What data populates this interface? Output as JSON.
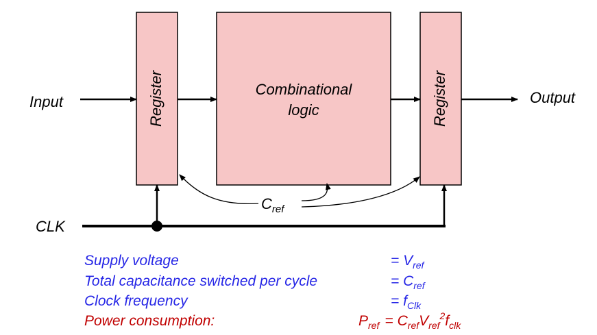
{
  "diagram": {
    "input_label": "Input",
    "output_label": "Output",
    "clk_label": "CLK",
    "register_left_label": "Register",
    "register_right_label": "Register",
    "combinational_line1": "Combinational",
    "combinational_line2": "logic",
    "cap_label_main": "C",
    "cap_label_sub": "ref"
  },
  "colors": {
    "block_fill": "#f7c6c6",
    "block_stroke": "#000000",
    "desc_blue": "#2626e6",
    "desc_red": "#c00000"
  },
  "specs": [
    {
      "label": "Supply voltage",
      "value_main": "= V",
      "value_sub": "ref"
    },
    {
      "label": "Total capacitance switched per cycle",
      "value_main": "= C",
      "value_sub": "ref"
    },
    {
      "label": "Clock frequency",
      "value_main": "= f",
      "value_sub": "Clk"
    }
  ],
  "power": {
    "label": "Power consumption:",
    "lhs_main": "P",
    "lhs_sub": "ref",
    "eq": "=",
    "c_main": "C",
    "c_sub": "ref",
    "v_main": "V",
    "v_sub": "ref",
    "v_sup": "2",
    "f_main": "f",
    "f_sub": "clk"
  }
}
